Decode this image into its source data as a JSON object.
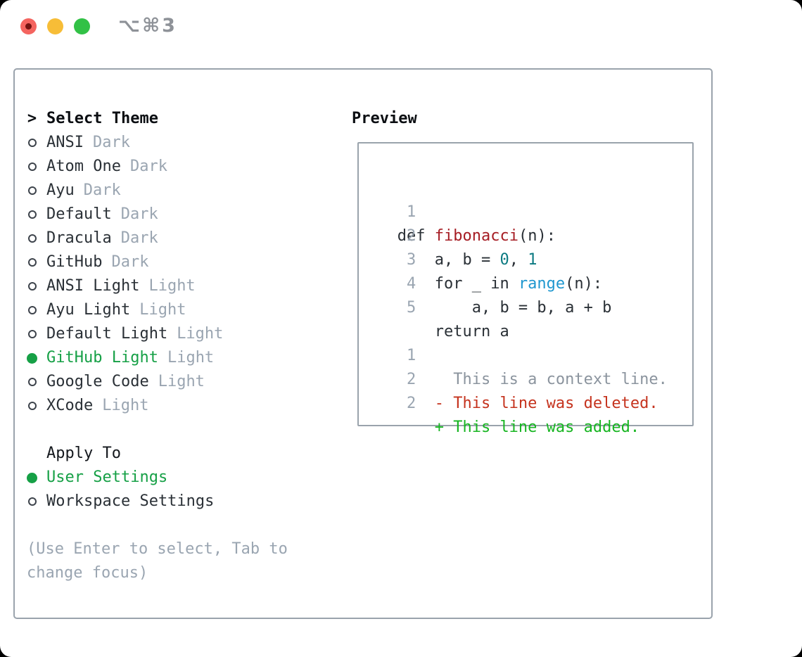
{
  "window": {
    "title": "⌥⌘3",
    "traffic_lights": {
      "close_color": "#f4645f",
      "close_inner_dot_color": "#741311",
      "minimize_color": "#f7bd37",
      "zoom_color": "#32c146"
    }
  },
  "select_theme": {
    "prompt": ">",
    "title": "Select Theme",
    "items": [
      {
        "name": "ANSI",
        "tag": "Dark",
        "selected": false
      },
      {
        "name": "Atom One",
        "tag": "Dark",
        "selected": false
      },
      {
        "name": "Ayu",
        "tag": "Dark",
        "selected": false
      },
      {
        "name": "Default",
        "tag": "Dark",
        "selected": false
      },
      {
        "name": "Dracula",
        "tag": "Dark",
        "selected": false
      },
      {
        "name": "GitHub",
        "tag": "Dark",
        "selected": false
      },
      {
        "name": "ANSI Light",
        "tag": "Light",
        "selected": false
      },
      {
        "name": "Ayu Light",
        "tag": "Light",
        "selected": false
      },
      {
        "name": "Default Light",
        "tag": "Light",
        "selected": false
      },
      {
        "name": "GitHub Light",
        "tag": "Light",
        "selected": true
      },
      {
        "name": "Google Code",
        "tag": "Light",
        "selected": false
      },
      {
        "name": "XCode",
        "tag": "Light",
        "selected": false
      }
    ]
  },
  "apply_to": {
    "title": "Apply To",
    "options": [
      {
        "name": "User Settings",
        "selected": true
      },
      {
        "name": "Workspace Settings",
        "selected": false
      }
    ]
  },
  "hint_lines": [
    "(Use Enter to select, Tab to",
    "change focus)"
  ],
  "preview": {
    "title": "Preview",
    "lines": [
      {
        "num": "1",
        "segments": [
          {
            "t": " def ",
            "c": "code"
          },
          {
            "t": "fibonacci",
            "c": "func"
          },
          {
            "t": "(n):",
            "c": "code"
          }
        ]
      },
      {
        "num": "2",
        "segments": [
          {
            "t": "     a, b = ",
            "c": "code"
          },
          {
            "t": "0",
            "c": "lit"
          },
          {
            "t": ", ",
            "c": "code"
          },
          {
            "t": "1",
            "c": "lit"
          }
        ]
      },
      {
        "num": "3",
        "segments": [
          {
            "t": "     for _ in ",
            "c": "code"
          },
          {
            "t": "range",
            "c": "builtin"
          },
          {
            "t": "(n):",
            "c": "code"
          }
        ]
      },
      {
        "num": "4",
        "segments": [
          {
            "t": "         a, b = b, a + b",
            "c": "code"
          }
        ]
      },
      {
        "num": "5",
        "segments": [
          {
            "t": "     return a",
            "c": "code"
          }
        ]
      },
      {
        "num": "",
        "segments": []
      },
      {
        "num": "1",
        "segments": [
          {
            "t": "       This is a context line.",
            "c": "ctx"
          }
        ]
      },
      {
        "num": "2",
        "segments": [
          {
            "t": "     - This line was deleted.",
            "c": "del"
          }
        ]
      },
      {
        "num": "2",
        "segments": [
          {
            "t": "     + This line was added.",
            "c": "add"
          }
        ]
      }
    ]
  },
  "colors": {
    "text": "#2a3036",
    "heading": "#0b0e12",
    "muted_gray": "#9aa5b1",
    "selected_green": "#16a046",
    "added_green": "#17b521",
    "deleted_red": "#c5331e",
    "function_red": "#a61d24",
    "builtin_blue": "#1f97cf",
    "literal_teal": "#0c7a82",
    "context_gray": "#8b949e",
    "border_gray": "#9aa3ac",
    "title_gray": "#8e9298"
  }
}
